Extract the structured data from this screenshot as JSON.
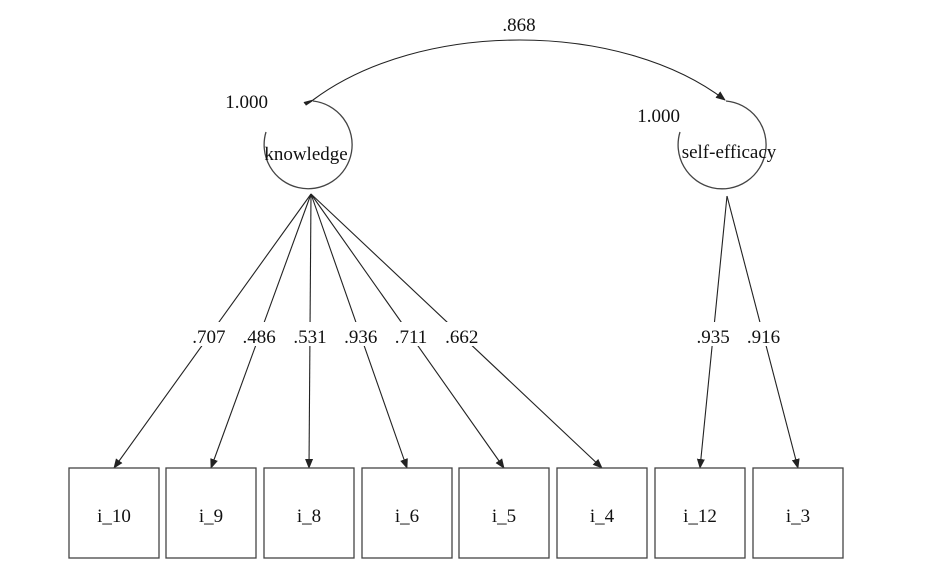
{
  "covariance": {
    "value": ".868"
  },
  "factors": [
    {
      "id": "knowledge",
      "label": "knowledge",
      "variance": "1.000"
    },
    {
      "id": "self-efficacy",
      "label": "self-efficacy",
      "variance": "1.000"
    }
  ],
  "indicators": [
    {
      "label": "i_10",
      "factor": "knowledge",
      "loading": ".707"
    },
    {
      "label": "i_9",
      "factor": "knowledge",
      "loading": ".486"
    },
    {
      "label": "i_8",
      "factor": "knowledge",
      "loading": ".531"
    },
    {
      "label": "i_6",
      "factor": "knowledge",
      "loading": ".936"
    },
    {
      "label": "i_5",
      "factor": "knowledge",
      "loading": ".711"
    },
    {
      "label": "i_4",
      "factor": "knowledge",
      "loading": ".662"
    },
    {
      "label": "i_12",
      "factor": "self-efficacy",
      "loading": ".935"
    },
    {
      "label": "i_3",
      "factor": "self-efficacy",
      "loading": ".916"
    }
  ]
}
